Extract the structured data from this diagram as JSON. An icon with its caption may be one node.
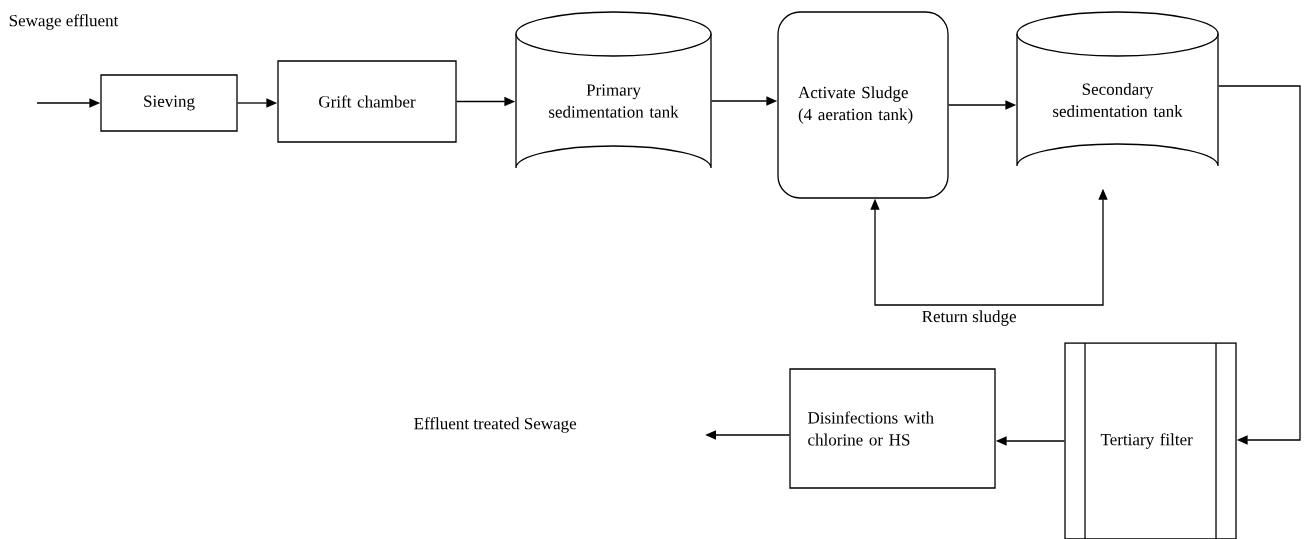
{
  "diagram": {
    "nodes": [
      {
        "text": [
          "Sieving"
        ]
      },
      {
        "text": [
          "Grift chamber"
        ]
      },
      {
        "text": [
          "Primary sedimentation tank"
        ]
      },
      {
        "text": [
          "Activate Sludge (4 aeration tank)"
        ]
      },
      {
        "text": [
          "Secondary sedimentation tank"
        ]
      },
      {
        "text": [
          "Tertiary filter"
        ]
      },
      {
        "text": [
          "Disinfections with chlorine or HS"
        ]
      }
    ],
    "edges": [
      {
        "from": null,
        "to": 0,
        "arrow": "to"
      },
      {
        "from": 0,
        "to": 1,
        "arrow": "to"
      },
      {
        "from": 1,
        "to": 2,
        "arrow": "to"
      },
      {
        "from": 2,
        "to": 3,
        "arrow": "to"
      },
      {
        "from": 3,
        "to": 4,
        "arrow": "to"
      },
      {
        "from": 4,
        "to": 5,
        "arrow": "to"
      },
      {
        "from": 5,
        "to": 6,
        "arrow": "to"
      },
      {
        "from": 6,
        "to": null,
        "arrow": "to"
      },
      {
        "from": 3,
        "to": 4,
        "arrow": "both",
        "label": "Return sludge"
      }
    ],
    "labels": [
      "Sewage effluent",
      "Effluent treated Sewage"
    ]
  }
}
